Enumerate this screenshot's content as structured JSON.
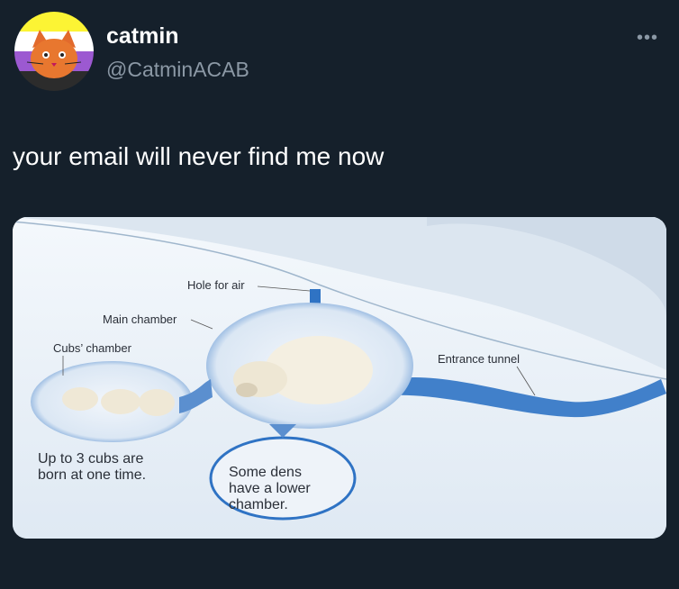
{
  "author": {
    "display_name": "catmin",
    "handle": "@CatminACAB",
    "avatar_icon": "cat-avatar-icon",
    "avatar_colors": [
      "#fcf434",
      "#ffffff",
      "#9c59d1",
      "#2c2c2c"
    ]
  },
  "more_icon": "more-horizontal-icon",
  "more_label": "•••",
  "tweet": {
    "text": "your email will never find me now"
  },
  "media": {
    "labels": {
      "hole_for_air": "Hole for air",
      "main_chamber": "Main chamber",
      "cubs_chamber": "Cubs’ chamber",
      "entrance_tunnel": "Entrance tunnel",
      "cubs_line1": "Up to 3 cubs are",
      "cubs_line2": "born at one time.",
      "lower_line1": "Some dens",
      "lower_line2": "have a lower",
      "lower_line3": "chamber."
    }
  },
  "colors": {
    "background": "#15202b",
    "secondary_text": "#8b98a5",
    "snow": "#e6eef6",
    "den_blue": "#2f73c4"
  }
}
